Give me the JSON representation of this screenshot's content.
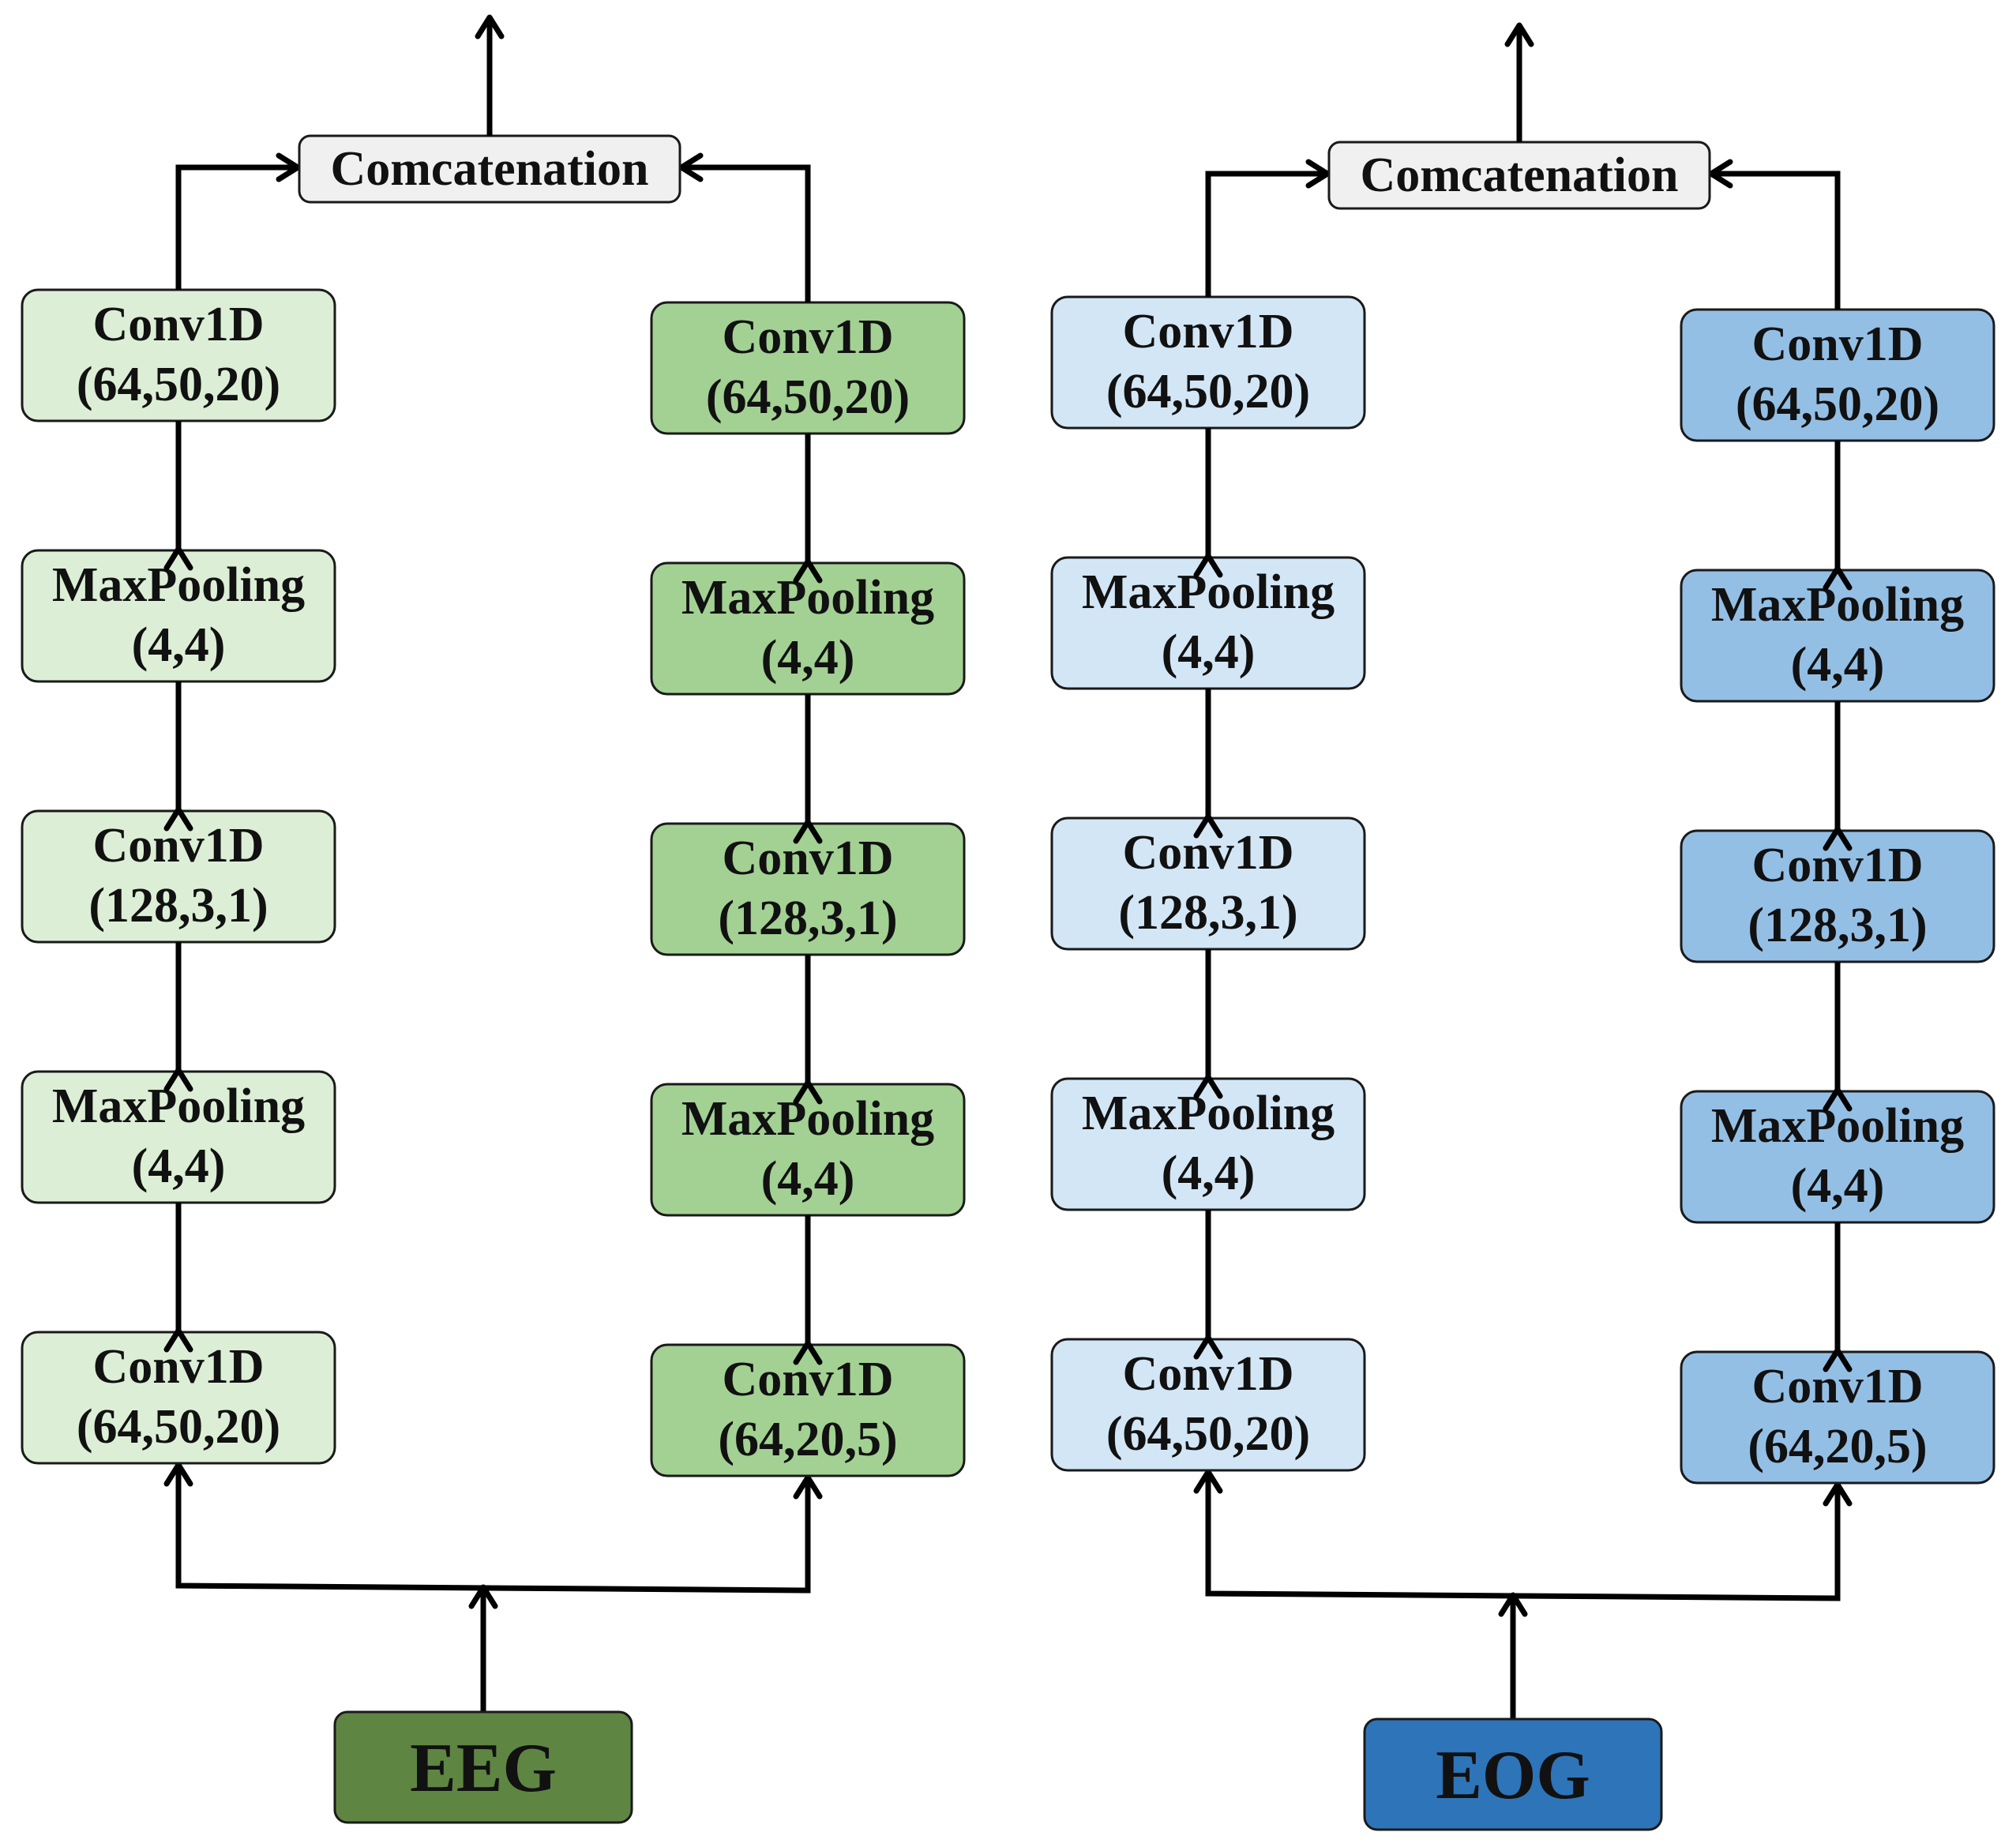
{
  "colors": {
    "eeg_light": "#dcefd6",
    "eeg_mid": "#a3d193",
    "eeg_input": "#5f8543",
    "eog_light": "#d3e6f6",
    "eog_mid": "#94bfe5",
    "eog_input": "#2e74b8",
    "concat_fill": "#f0f0f0"
  },
  "eeg": {
    "input_label": "EEG",
    "concat_label": "Comcatenation",
    "branch_a": [
      {
        "l1": "Conv1D",
        "l2": "(64,50,20)"
      },
      {
        "l1": "MaxPooling",
        "l2": "(4,4)"
      },
      {
        "l1": "Conv1D",
        "l2": "(128,3,1)"
      },
      {
        "l1": "MaxPooling",
        "l2": "(4,4)"
      },
      {
        "l1": "Conv1D",
        "l2": "(64,50,20)"
      }
    ],
    "branch_b": [
      {
        "l1": "Conv1D",
        "l2": "(64,20,5)"
      },
      {
        "l1": "MaxPooling",
        "l2": "(4,4)"
      },
      {
        "l1": "Conv1D",
        "l2": "(128,3,1)"
      },
      {
        "l1": "MaxPooling",
        "l2": "(4,4)"
      },
      {
        "l1": "Conv1D",
        "l2": "(64,50,20)"
      }
    ]
  },
  "eog": {
    "input_label": "EOG",
    "concat_label": "Comcatenation",
    "branch_a": [
      {
        "l1": "Conv1D",
        "l2": "(64,50,20)"
      },
      {
        "l1": "MaxPooling",
        "l2": "(4,4)"
      },
      {
        "l1": "Conv1D",
        "l2": "(128,3,1)"
      },
      {
        "l1": "MaxPooling",
        "l2": "(4,4)"
      },
      {
        "l1": "Conv1D",
        "l2": "(64,50,20)"
      }
    ],
    "branch_b": [
      {
        "l1": "Conv1D",
        "l2": "(64,20,5)"
      },
      {
        "l1": "MaxPooling",
        "l2": "(4,4)"
      },
      {
        "l1": "Conv1D",
        "l2": "(128,3,1)"
      },
      {
        "l1": "MaxPooling",
        "l2": "(4,4)"
      },
      {
        "l1": "Conv1D",
        "l2": "(64,50,20)"
      }
    ]
  }
}
